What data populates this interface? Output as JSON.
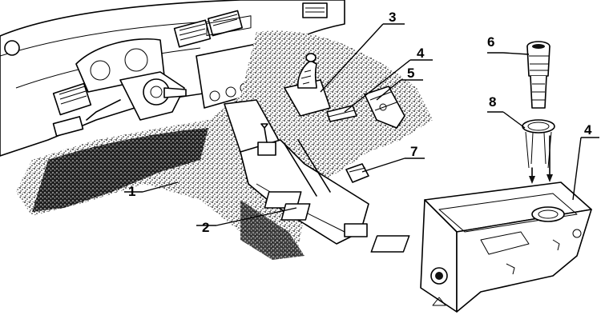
{
  "callouts": [
    {
      "id": "1",
      "label": "1"
    },
    {
      "id": "2",
      "label": "2"
    },
    {
      "id": "3",
      "label": "3"
    },
    {
      "id": "4a",
      "label": "4"
    },
    {
      "id": "5",
      "label": "5"
    },
    {
      "id": "6",
      "label": "6"
    },
    {
      "id": "7",
      "label": "7"
    },
    {
      "id": "8",
      "label": "8"
    },
    {
      "id": "4b",
      "label": "4"
    }
  ]
}
